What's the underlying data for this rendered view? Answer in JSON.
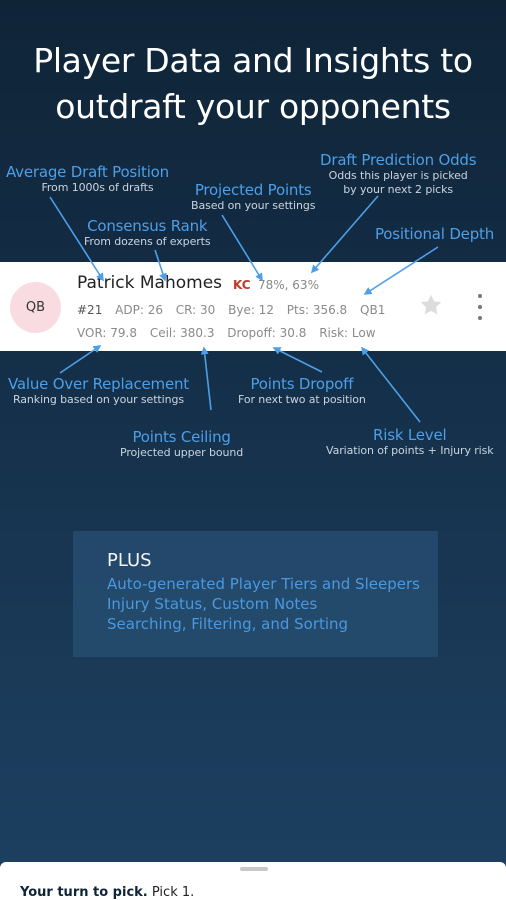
{
  "headline": {
    "line1": "Player Data and Insights to",
    "line2": "outdraft your opponents"
  },
  "annotations": {
    "adp": {
      "title": "Average Draft Position",
      "sub": "From 1000s of drafts"
    },
    "projected": {
      "title": "Projected Points",
      "sub": "Based on your settings"
    },
    "prediction": {
      "title": "Draft Prediction Odds",
      "sub1": "Odds this player is picked",
      "sub2": "by your next 2 picks"
    },
    "consensus": {
      "title": "Consensus Rank",
      "sub": "From dozens of experts"
    },
    "depth": {
      "title": "Positional Depth"
    },
    "vor": {
      "title": "Value Over Replacement",
      "sub": "Ranking based on your settings"
    },
    "dropoff": {
      "title": "Points Dropoff",
      "sub": "For next two at position"
    },
    "ceiling": {
      "title": "Points Ceiling",
      "sub": "Projected upper bound"
    },
    "risk": {
      "title": "Risk Level",
      "sub": "Variation of points + Injury risk"
    }
  },
  "player": {
    "position": "QB",
    "name": "Patrick Mahomes",
    "team": "KC",
    "odds": "78%, 63%",
    "rank": "#21",
    "adp": "ADP: 26",
    "cr": "CR: 30",
    "bye": "Bye: 12",
    "pts": "Pts: 356.8",
    "depth": "QB1",
    "vor": "VOR: 79.8",
    "ceil": "Ceil: 380.3",
    "dropoff": "Dropoff: 30.8",
    "risk": "Risk: Low"
  },
  "plus": {
    "title": "PLUS",
    "items": [
      "Auto-generated Player Tiers and Sleepers",
      "Injury Status, Custom Notes",
      "Searching, Filtering, and Sorting"
    ]
  },
  "sheet": {
    "turn_label": "Your turn to pick.",
    "pick": "Pick 1."
  },
  "colors": {
    "accent": "#4d9fe8",
    "team": "#c0392b",
    "avatar": "#f8dce2"
  }
}
